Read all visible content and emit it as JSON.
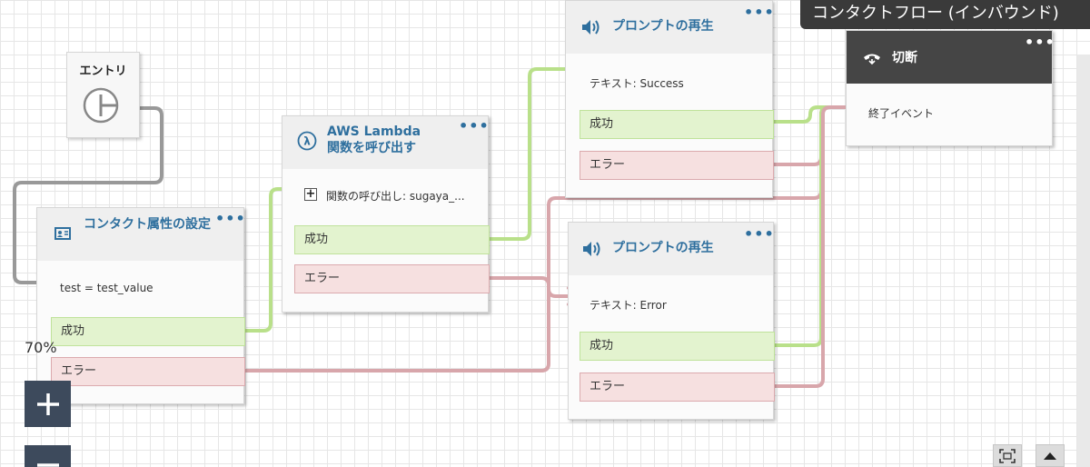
{
  "flow_title": "コンタクトフロー (インバウンド)",
  "entry": {
    "title": "エントリ"
  },
  "menu_dots": "•••",
  "set_attrs": {
    "title": "コンタクト属性の設定",
    "icon": "contact-card-icon",
    "param": "test = test_value",
    "success_label": "成功",
    "error_label": "エラー"
  },
  "lambda": {
    "title_line1": "AWS Lambda",
    "title_line2": "関数を呼び出す",
    "icon": "lambda-icon",
    "param": "関数の呼び出し: sugaya_...",
    "success_label": "成功",
    "error_label": "エラー"
  },
  "prompt_success": {
    "title": "プロンプトの再生",
    "icon": "speaker-icon",
    "param": "テキスト: Success",
    "success_label": "成功",
    "error_label": "エラー"
  },
  "prompt_error": {
    "title": "プロンプトの再生",
    "icon": "speaker-icon",
    "param": "テキスト: Error",
    "success_label": "成功",
    "error_label": "エラー"
  },
  "disconnect": {
    "title": "切断",
    "icon": "hang-up-icon",
    "param": "終了イベント"
  },
  "zoom": {
    "level": "70%"
  },
  "colors": {
    "success_line": "#b9e08a",
    "error_line": "#d8a6ab",
    "entry_line": "#999999",
    "title_blue": "#2e6f9e",
    "zoom_button": "#3d4a5c"
  }
}
